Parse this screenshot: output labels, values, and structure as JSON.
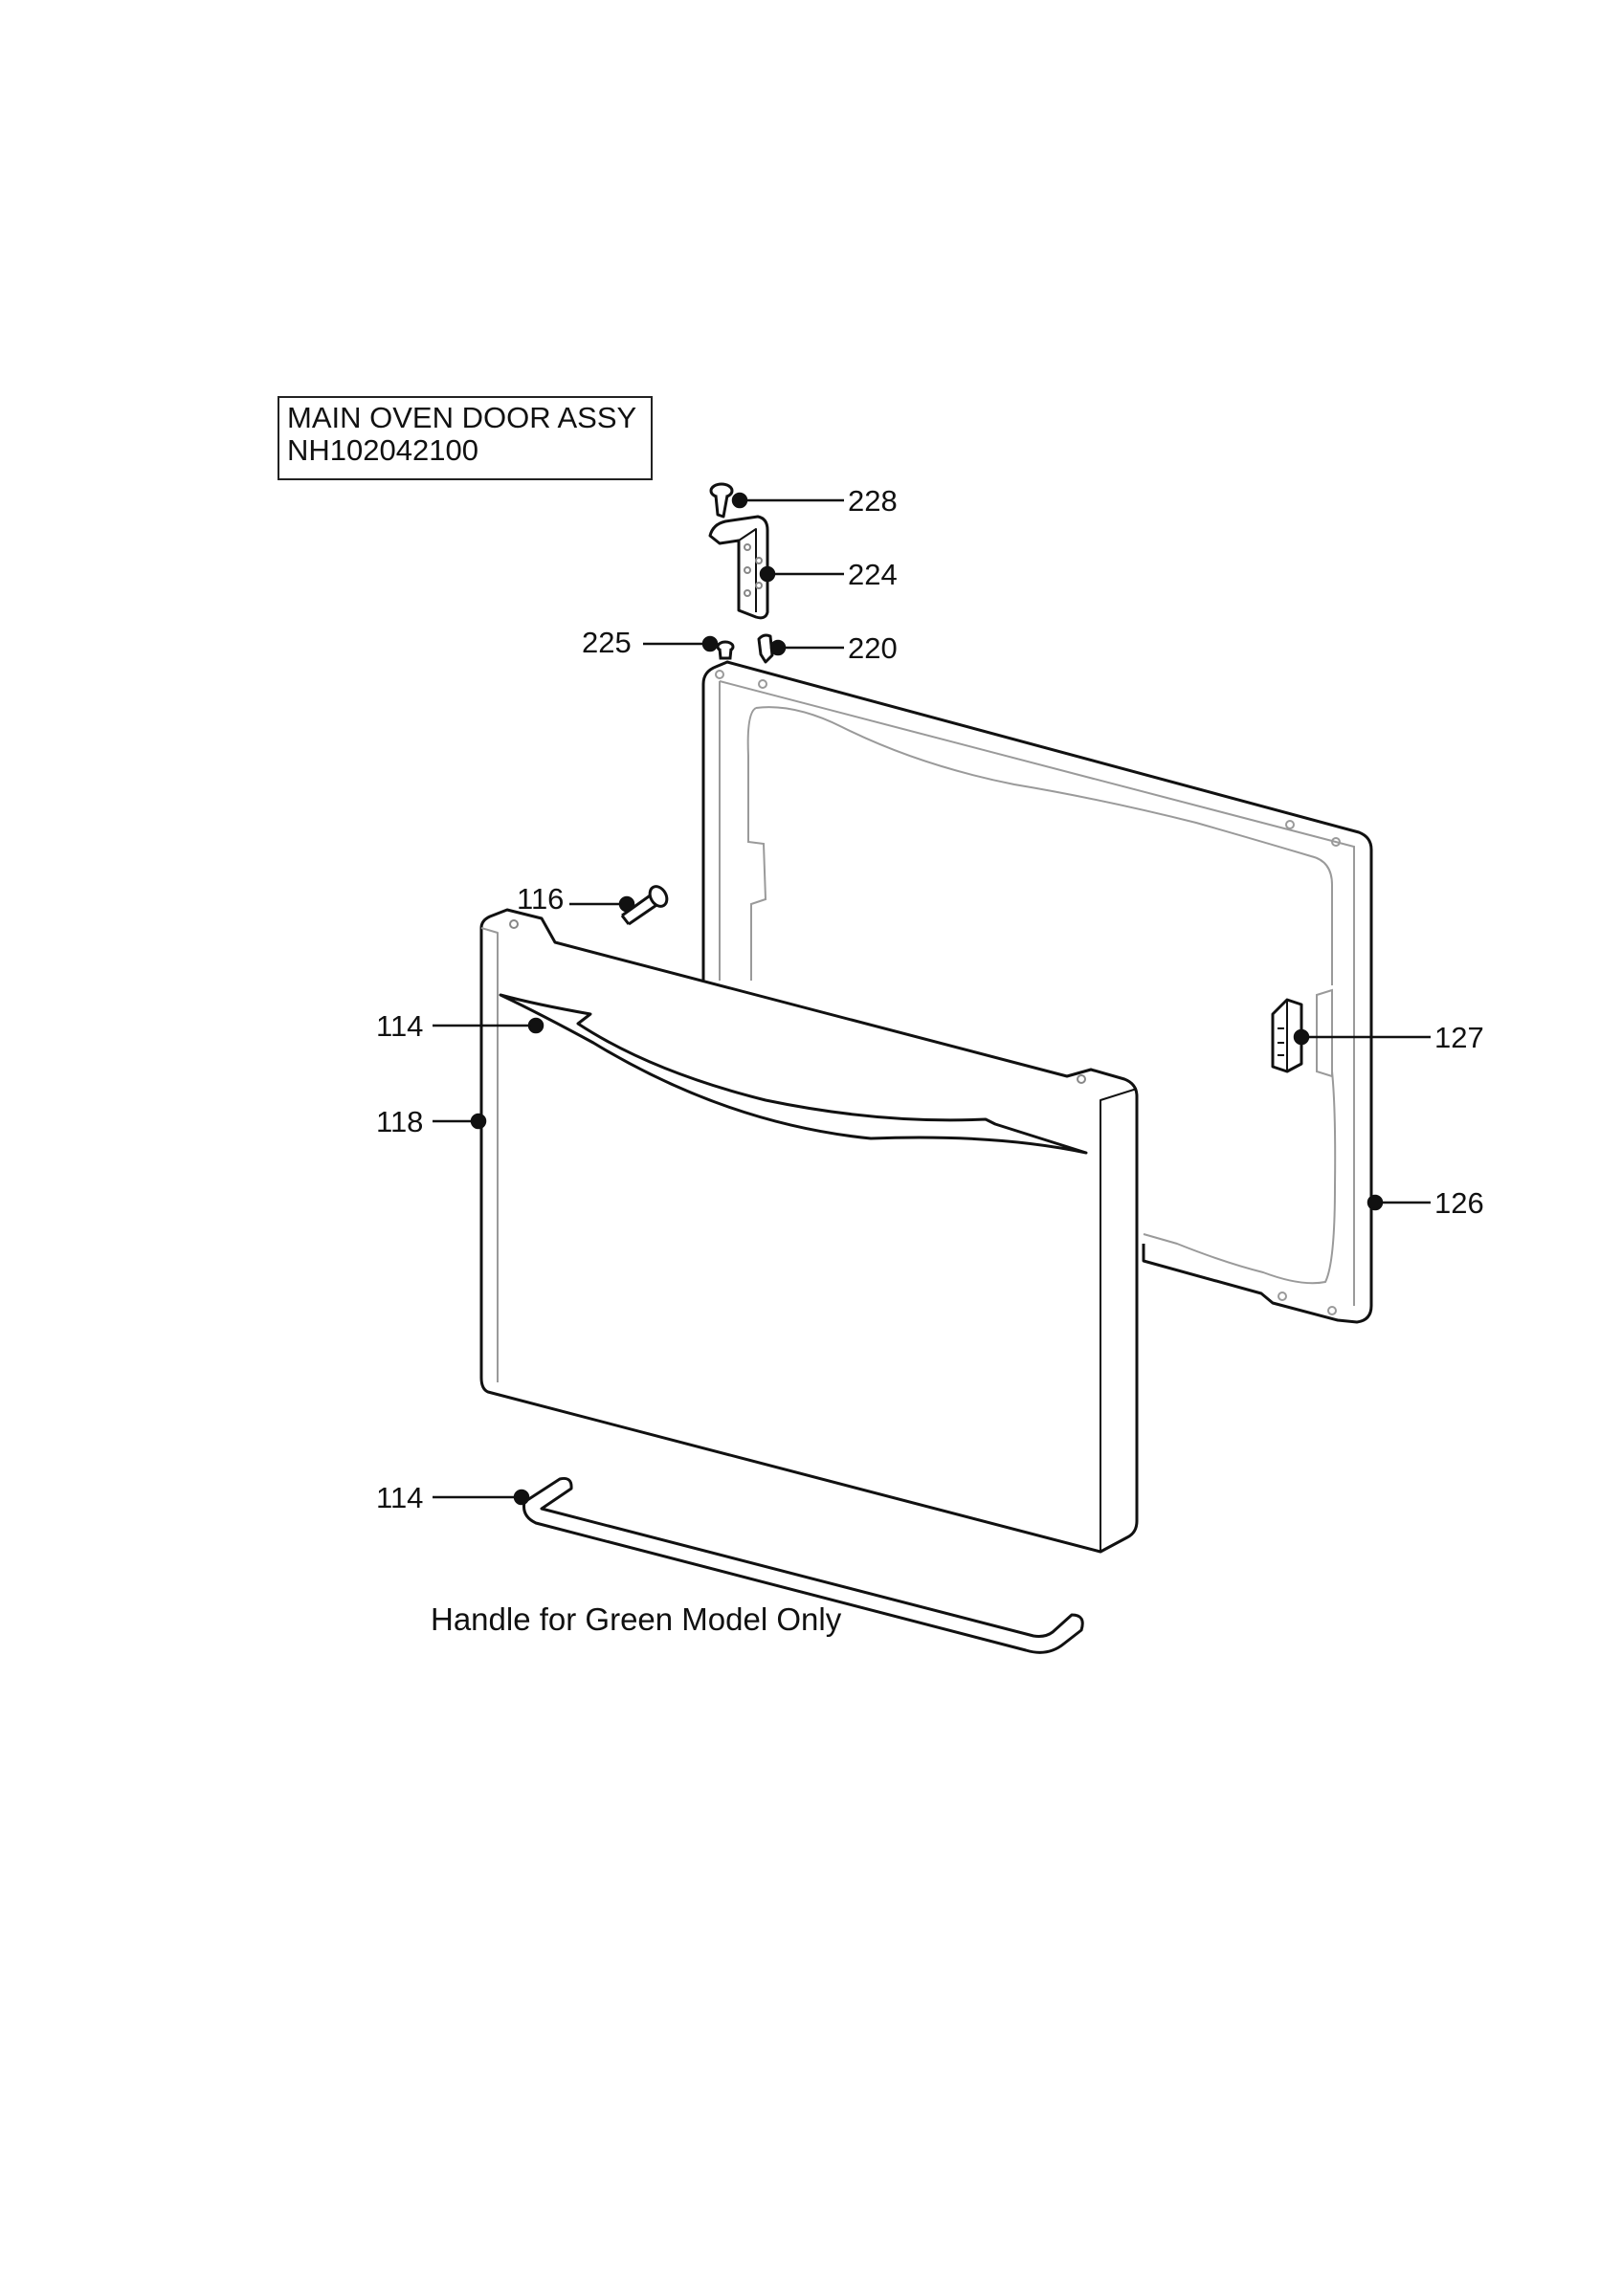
{
  "title_block": {
    "line1": "MAIN OVEN DOOR ASSY",
    "line2": "NH102042100"
  },
  "callouts": {
    "c228": "228",
    "c224": "224",
    "c225": "225",
    "c220": "220",
    "c116": "116",
    "c114_top": "114",
    "c118": "118",
    "c127": "127",
    "c126": "126",
    "c114_bottom": "114"
  },
  "note": "Handle for Green Model Only"
}
